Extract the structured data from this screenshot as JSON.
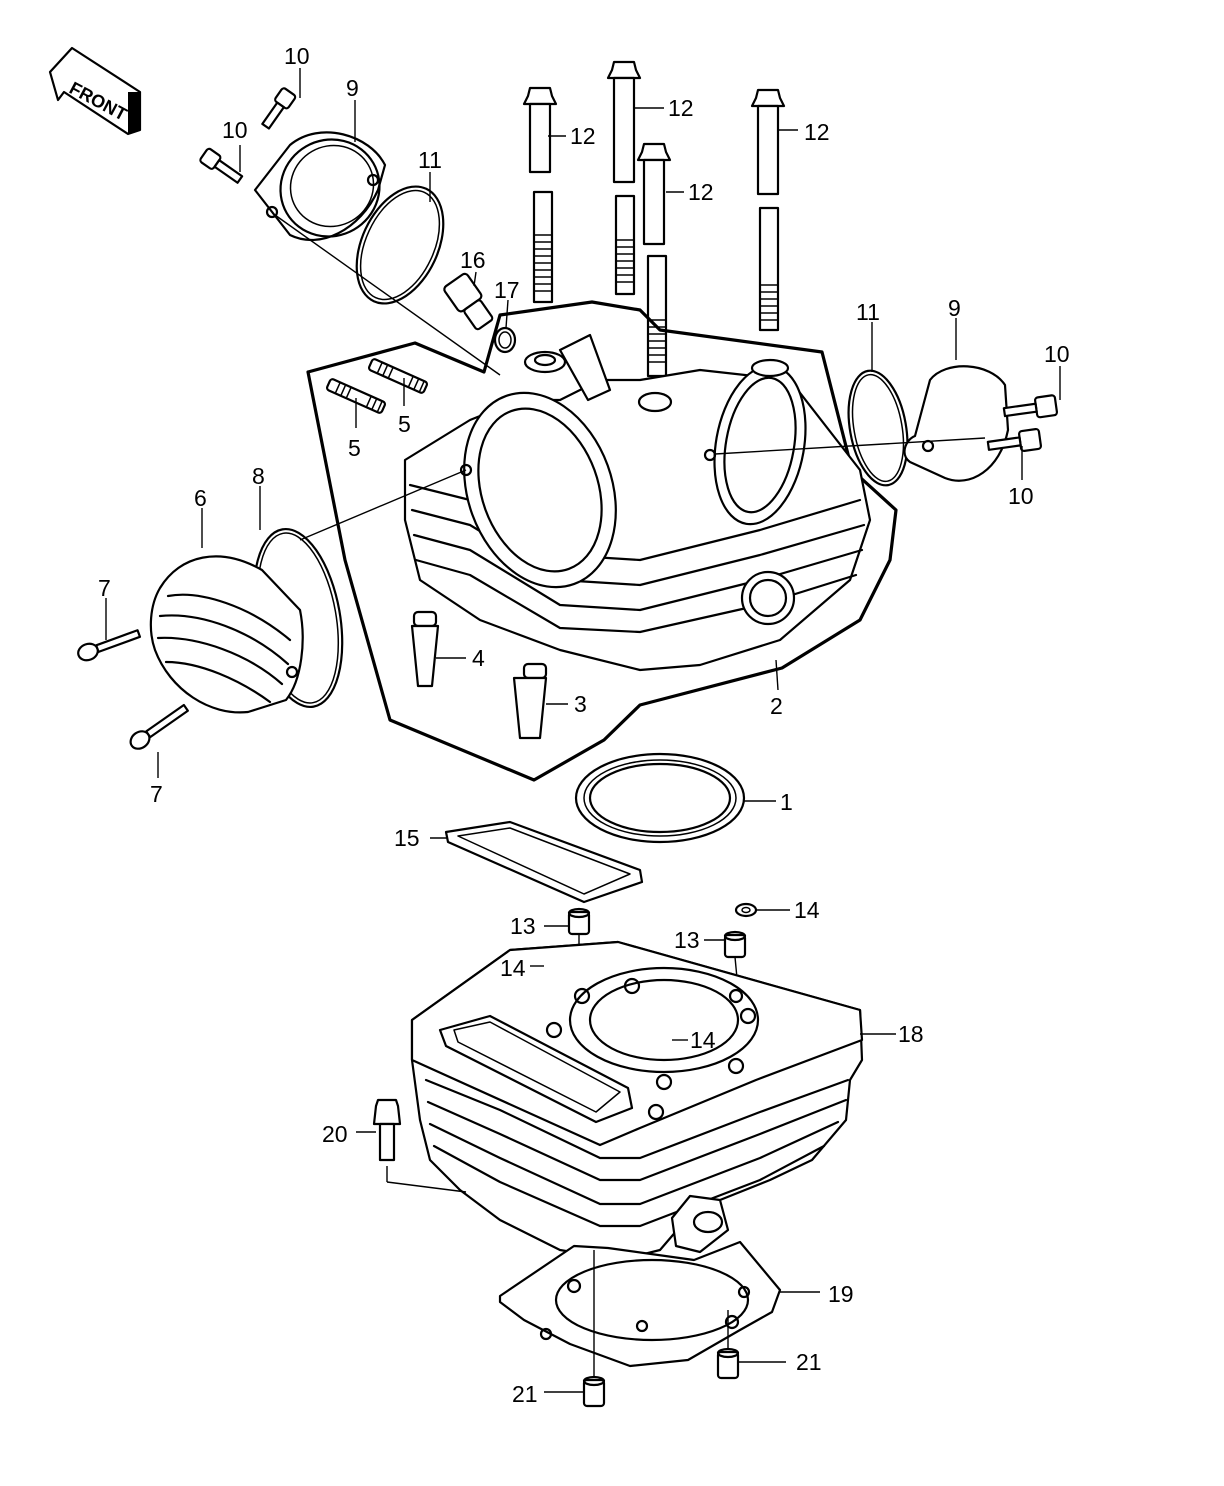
{
  "front_badge": {
    "text": "FRONT"
  },
  "callouts": {
    "c1": "1",
    "c2": "2",
    "c3": "3",
    "c4": "4",
    "c5a": "5",
    "c5b": "5",
    "c6": "6",
    "c7a": "7",
    "c7b": "7",
    "c8": "8",
    "c9a": "9",
    "c9b": "9",
    "c10a": "10",
    "c10b": "10",
    "c10c": "10",
    "c10d": "10",
    "c11a": "11",
    "c11b": "11",
    "c12a": "12",
    "c12b": "12",
    "c12c": "12",
    "c12d": "12",
    "c13a": "13",
    "c13b": "13",
    "c14a": "14",
    "c14b": "14",
    "c14c": "14",
    "c15": "15",
    "c16": "16",
    "c17": "17",
    "c18": "18",
    "c19": "19",
    "c20": "20",
    "c21a": "21",
    "c21b": "21"
  }
}
